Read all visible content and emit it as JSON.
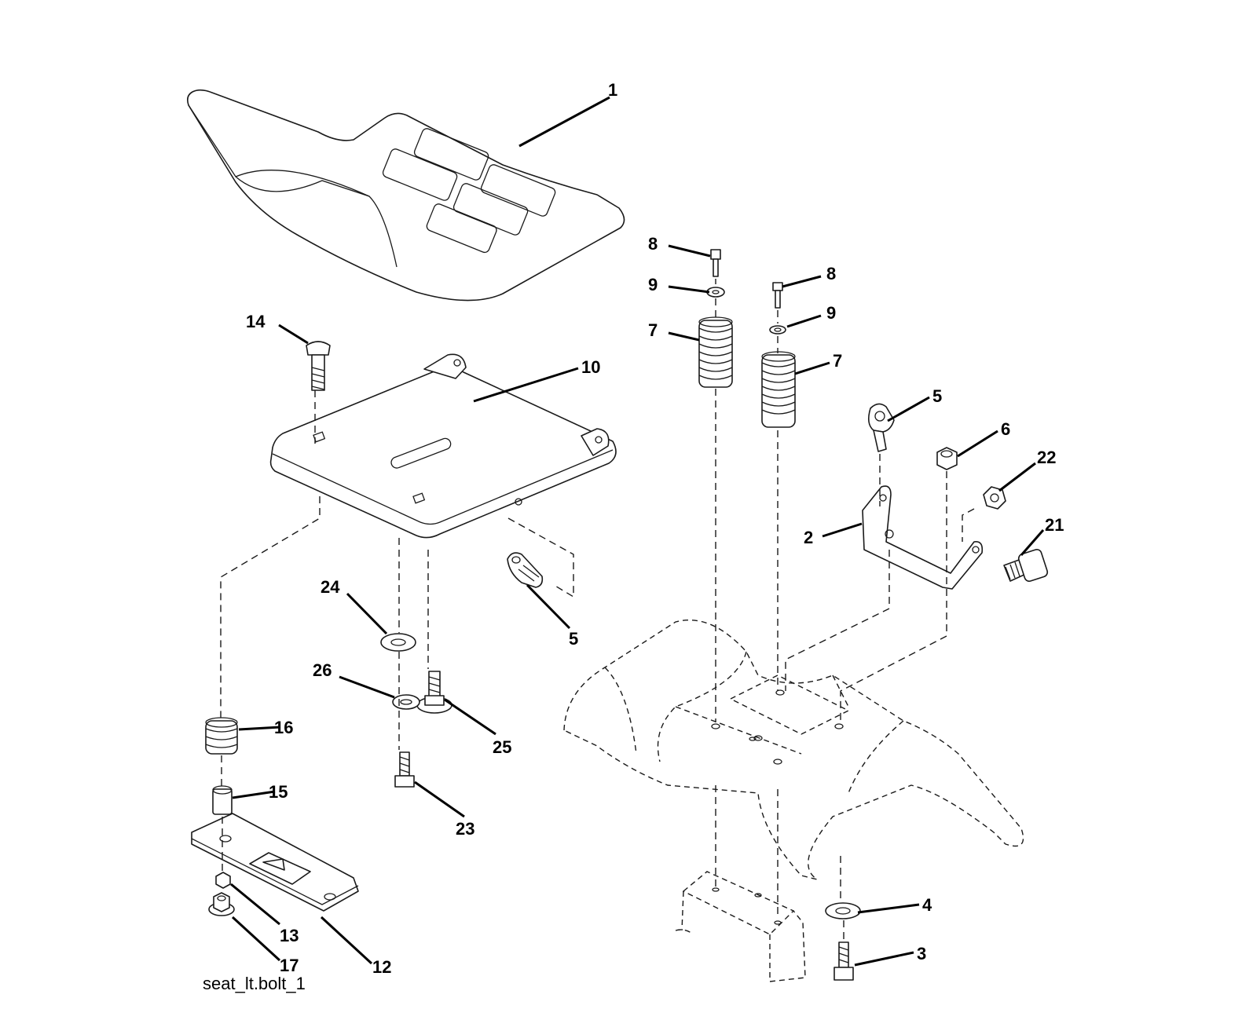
{
  "caption": "seat_lt.bolt_1",
  "callouts": {
    "c1": "1",
    "c2": "2",
    "c3": "3",
    "c4": "4",
    "c5a": "5",
    "c5b": "5",
    "c6": "6",
    "c7a": "7",
    "c7b": "7",
    "c8a": "8",
    "c8b": "8",
    "c9a": "9",
    "c9b": "9",
    "c10": "10",
    "c12": "12",
    "c13": "13",
    "c14": "14",
    "c15": "15",
    "c16": "16",
    "c17": "17",
    "c21": "21",
    "c22": "22",
    "c23": "23",
    "c24": "24",
    "c25": "25",
    "c26": "26"
  }
}
